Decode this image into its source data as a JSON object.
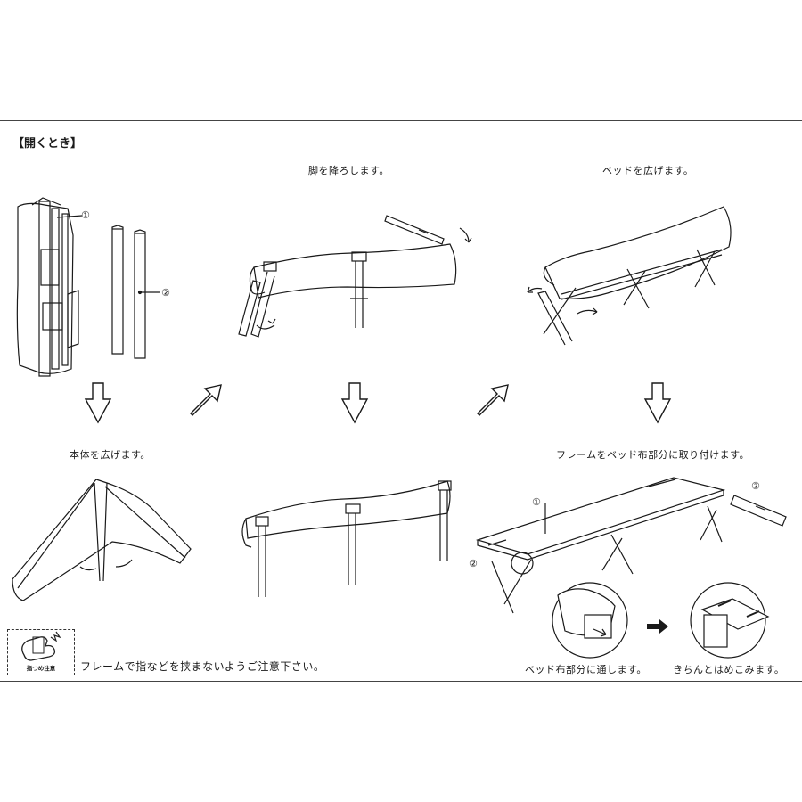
{
  "section_title": "【開くとき】",
  "steps": {
    "lower_legs": "脚を降ろします。",
    "spread_bed": "ベッドを広げます。",
    "spread_body": "本体を広げます。",
    "attach_frame": "フレームをベッド布部分に取り付けます。"
  },
  "callouts": {
    "part1": "①",
    "part2": "②"
  },
  "detail_captions": {
    "insert": "ベッド布部分に通します。",
    "snap": "きちんとはめこみます。"
  },
  "warning": {
    "badge": "指つめ注意",
    "text": "フレームで指などを挟まないようご注意下さい。"
  },
  "icons": [
    "arrow-down-icon",
    "arrow-diagonal-icon",
    "rotate-arrow-icon",
    "arrow-right-icon"
  ]
}
